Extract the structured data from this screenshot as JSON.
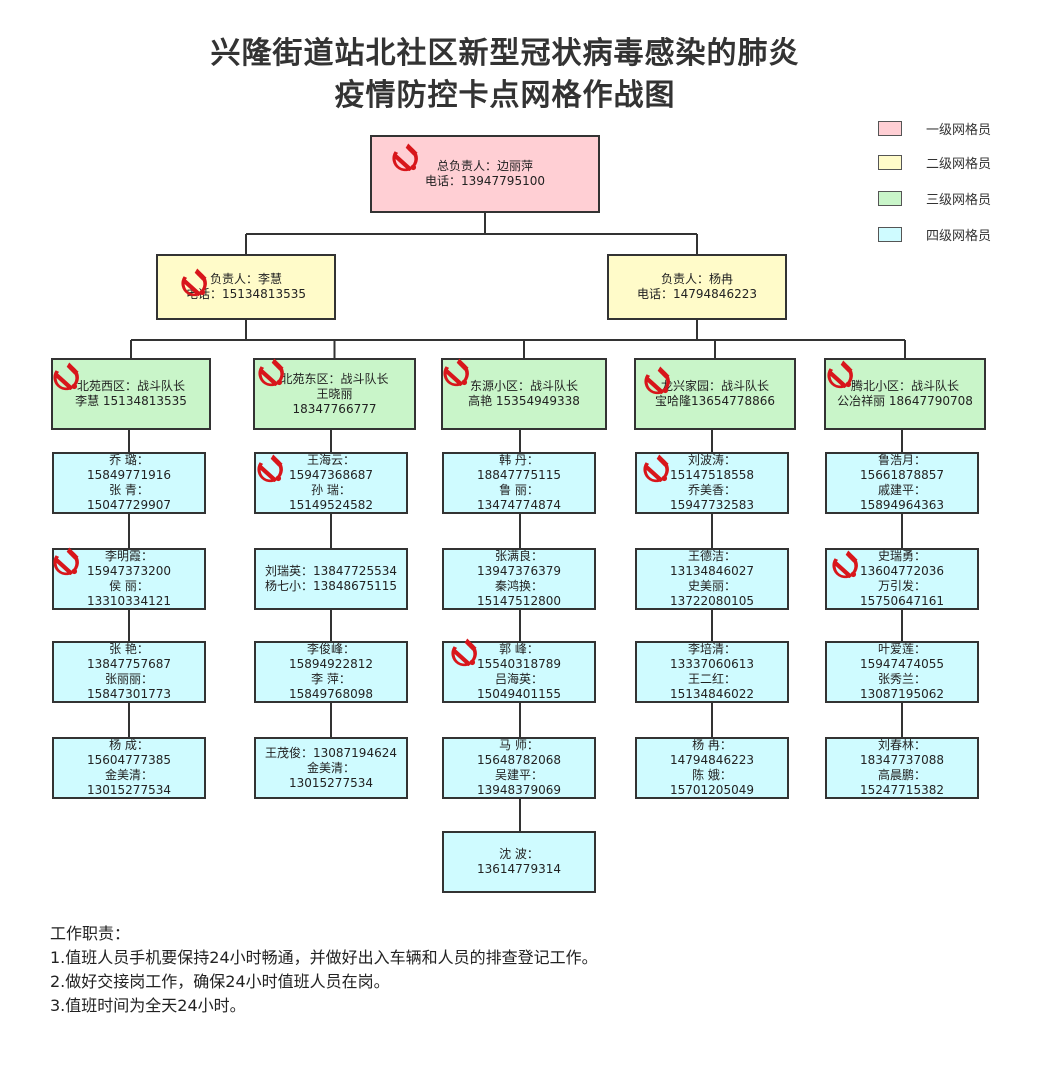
{
  "title": {
    "line1": "兴隆街道站北社区新型冠状病毒感染的肺炎",
    "line2": "疫情防控卡点网格作战图"
  },
  "legend": [
    {
      "label": "一级网格员",
      "color": "#ffcfd4"
    },
    {
      "label": "二级网格员",
      "color": "#fffbc9"
    },
    {
      "label": "三级网格员",
      "color": "#c9f5c9"
    },
    {
      "label": "四级网格员",
      "color": "#cffbff"
    }
  ],
  "top": {
    "line1": "总负责人：边丽萍",
    "line2": "电话：13947795100"
  },
  "level2": [
    {
      "line1": "负责人：李慧",
      "line2": "电话：15134813535"
    },
    {
      "line1": "负责人：杨冉",
      "line2": "电话：14794846223"
    }
  ],
  "columns": [
    {
      "head": {
        "line1": "北苑西区：战斗队长",
        "line2": "李慧  15134813535"
      },
      "cells": [
        [
          "乔    璐：",
          "15849771916",
          "张    青：",
          "15047729907"
        ],
        [
          "李明霞：",
          "15947373200",
          "侯    丽：",
          "13310334121"
        ],
        [
          "张    艳：",
          "13847757687",
          "张丽丽：",
          "15847301773"
        ],
        [
          "杨    成：",
          "15604777385",
          "金美清：",
          "13015277534"
        ]
      ]
    },
    {
      "head": {
        "line1": "北苑东区：战斗队长",
        "line2": "王晓丽",
        "line3": "18347766777"
      },
      "cells": [
        [
          "王海云：",
          "15947368687",
          "孙    瑞：",
          "15149524582"
        ],
        [
          "刘瑞英：13847725534",
          "杨七小：13848675115"
        ],
        [
          "李俊峰：",
          "15894922812",
          "李    萍：",
          "15849768098"
        ],
        [
          "王茂俊：13087194624",
          "金美清：",
          "13015277534"
        ]
      ]
    },
    {
      "head": {
        "line1": "东源小区：战斗队长",
        "line2": "高艳  15354949338"
      },
      "cells": [
        [
          "韩    丹：",
          "18847775115",
          "鲁    丽：",
          "13474774874"
        ],
        [
          "张满良：",
          "13947376379",
          "秦鸿换：",
          "15147512800"
        ],
        [
          "郭    峰：",
          "15540318789",
          "吕海英：",
          "15049401155"
        ],
        [
          "马    师：",
          "15648782068",
          "吴建平：",
          "13948379069"
        ],
        [
          "沈    波：",
          "13614779314"
        ]
      ]
    },
    {
      "head": {
        "line1": "龙兴家园：战斗队长",
        "line2": "宝哈隆13654778866"
      },
      "cells": [
        [
          "刘波涛：",
          "15147518558",
          "乔美香：",
          "15947732583"
        ],
        [
          "王德洁：",
          "13134846027",
          "史美丽：",
          "13722080105"
        ],
        [
          "李培清：",
          "13337060613",
          "王二红：",
          "15134846022"
        ],
        [
          "杨    冉：",
          "14794846223",
          "陈    娥：",
          "15701205049"
        ]
      ]
    },
    {
      "head": {
        "line1": "腾北小区：战斗队长",
        "line2": "公冶祥丽 18647790708"
      },
      "cells": [
        [
          "鲁浩月：",
          "15661878857",
          "戚建平：",
          "15894964363"
        ],
        [
          "史瑞勇：",
          "13604772036",
          "万引发：",
          "15750647161"
        ],
        [
          "叶爱莲：",
          "15947474055",
          "张秀兰：",
          "13087195062"
        ],
        [
          "刘春林：",
          "18347737088",
          "高晨鹏：",
          "15247715382"
        ]
      ]
    }
  ],
  "duties": {
    "heading": "工作职责：",
    "items": [
      "1.值班人员手机要保持24小时畅通，并做好出入车辆和人员的排查登记工作。",
      "2.做好交接岗工作，确保24小时值班人员在岗。",
      "3.值班时间为全天24小时。"
    ]
  },
  "icons": {
    "emblem": "party-emblem-icon",
    "emblem_color": "#d8161b"
  }
}
